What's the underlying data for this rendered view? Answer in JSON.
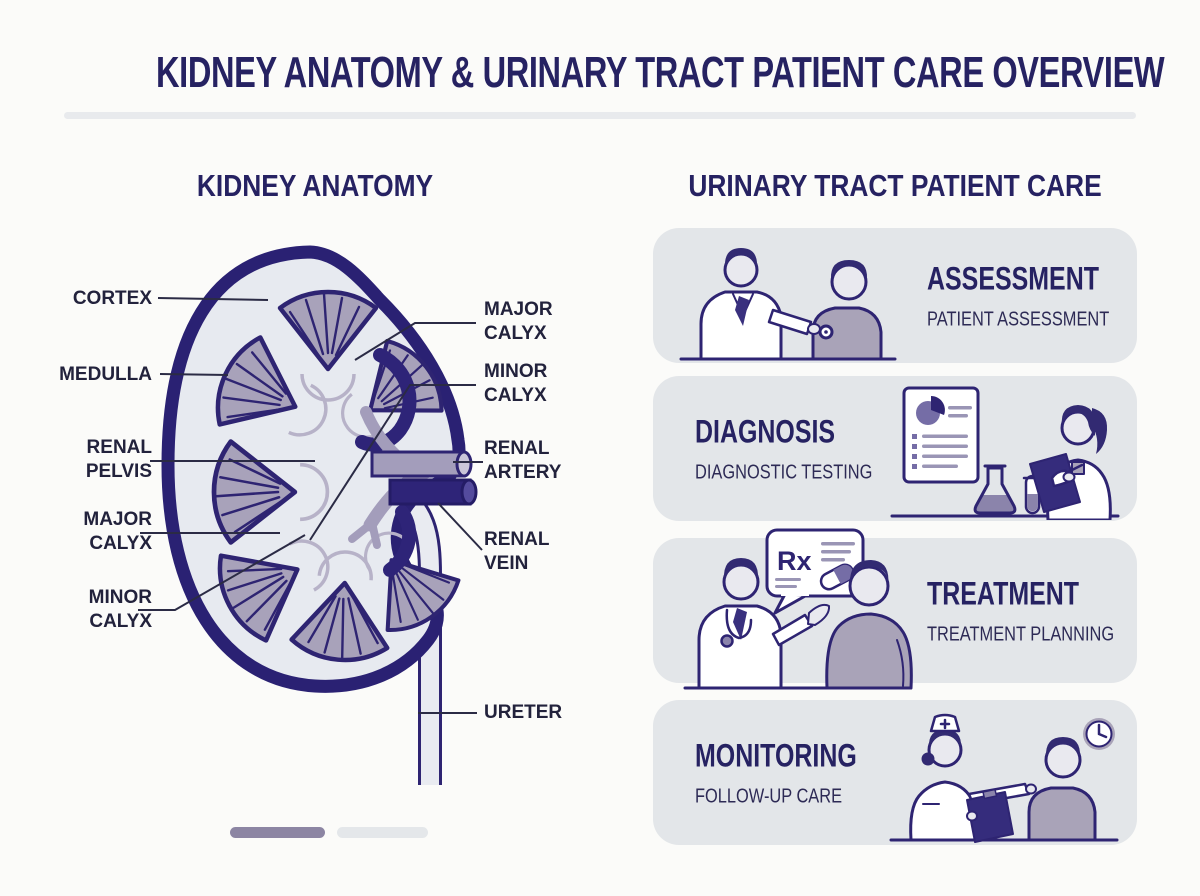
{
  "title": "KIDNEY ANATOMY & URINARY TRACT PATIENT CARE OVERVIEW",
  "colors": {
    "heading_navy": "#262262",
    "outline_navy": "#2e2472",
    "kidney_interior": "#e7eaf0",
    "pyramid_gray": "#a8a2ba",
    "artery_gray": "#a39dbb",
    "vein_navy": "#2e2478",
    "card_background": "#e3e6e9",
    "shirt_gray": "#a9a3b8",
    "progress_filled": "#8c85a3",
    "progress_empty": "#e4e7ea"
  },
  "anatomy": {
    "heading": "KIDNEY ANATOMY",
    "labels_left": [
      "CORTEX",
      "MEDULLA",
      "RENAL PELVIS",
      "MAJOR CALYX",
      "MINOR CALYX"
    ],
    "labels_right": [
      "MAJOR CALYX",
      "MINOR CALYX",
      "RENAL ARTERY",
      "RENAL VEIN",
      "URETER"
    ]
  },
  "care": {
    "heading": "URINARY TRACT PATIENT CARE",
    "cards": [
      {
        "title": "ASSESSMENT",
        "subtitle": "PATIENT ASSESSMENT"
      },
      {
        "title": "DIAGNOSIS",
        "subtitle": "DIAGNOSTIC TESTING"
      },
      {
        "title": "TREATMENT",
        "subtitle": "TREATMENT PLANNING",
        "prescription_label": "Rx"
      },
      {
        "title": "MONITORING",
        "subtitle": "FOLLOW-UP CARE"
      }
    ]
  }
}
